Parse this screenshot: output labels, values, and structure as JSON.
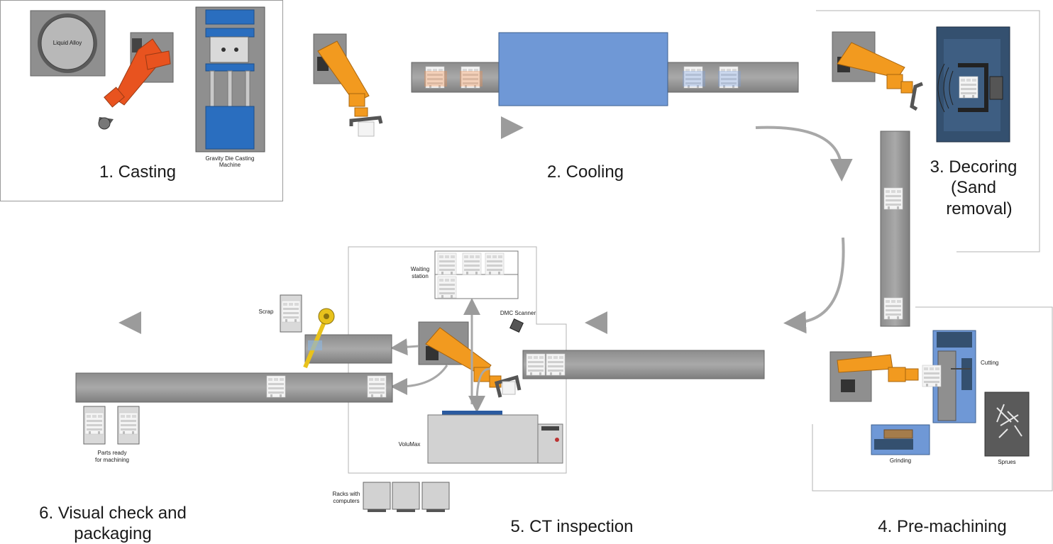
{
  "stages": {
    "casting": "1. Casting",
    "cooling": "2. Cooling",
    "decoring_1": "3. Decoring",
    "decoring_2": "(Sand",
    "decoring_3": "removal)",
    "premachining": "4. Pre-machining",
    "ct": "5. CT inspection",
    "visual_1": "6. Visual check and",
    "visual_2": "packaging"
  },
  "labels": {
    "liquid_alloy": "Liquid Alloy",
    "gdc_1": "Gravity Die Casting",
    "gdc_2": "Machine",
    "cutting": "Cutting",
    "grinding": "Grinding",
    "sprues": "Sprues",
    "waiting_1": "Waiting",
    "waiting_2": "station",
    "dmc": "DMC Scanner",
    "volumax": "VoluMax",
    "racks_1": "Racks with",
    "racks_2": "computers",
    "scrap": "Scrap",
    "ready_1": "Parts ready",
    "ready_2": "for machining"
  },
  "colors": {
    "robot_orange": "#f29a1f",
    "robot_red": "#e8531f",
    "machine_blue": "#2a6ebf",
    "cooling_blue": "#6f98d6",
    "decoring_navy": "#34506f",
    "conveyor_gray": "#9a9a9a",
    "base_gray": "#8a8a8a",
    "scrap_yellow": "#e8c21c"
  }
}
